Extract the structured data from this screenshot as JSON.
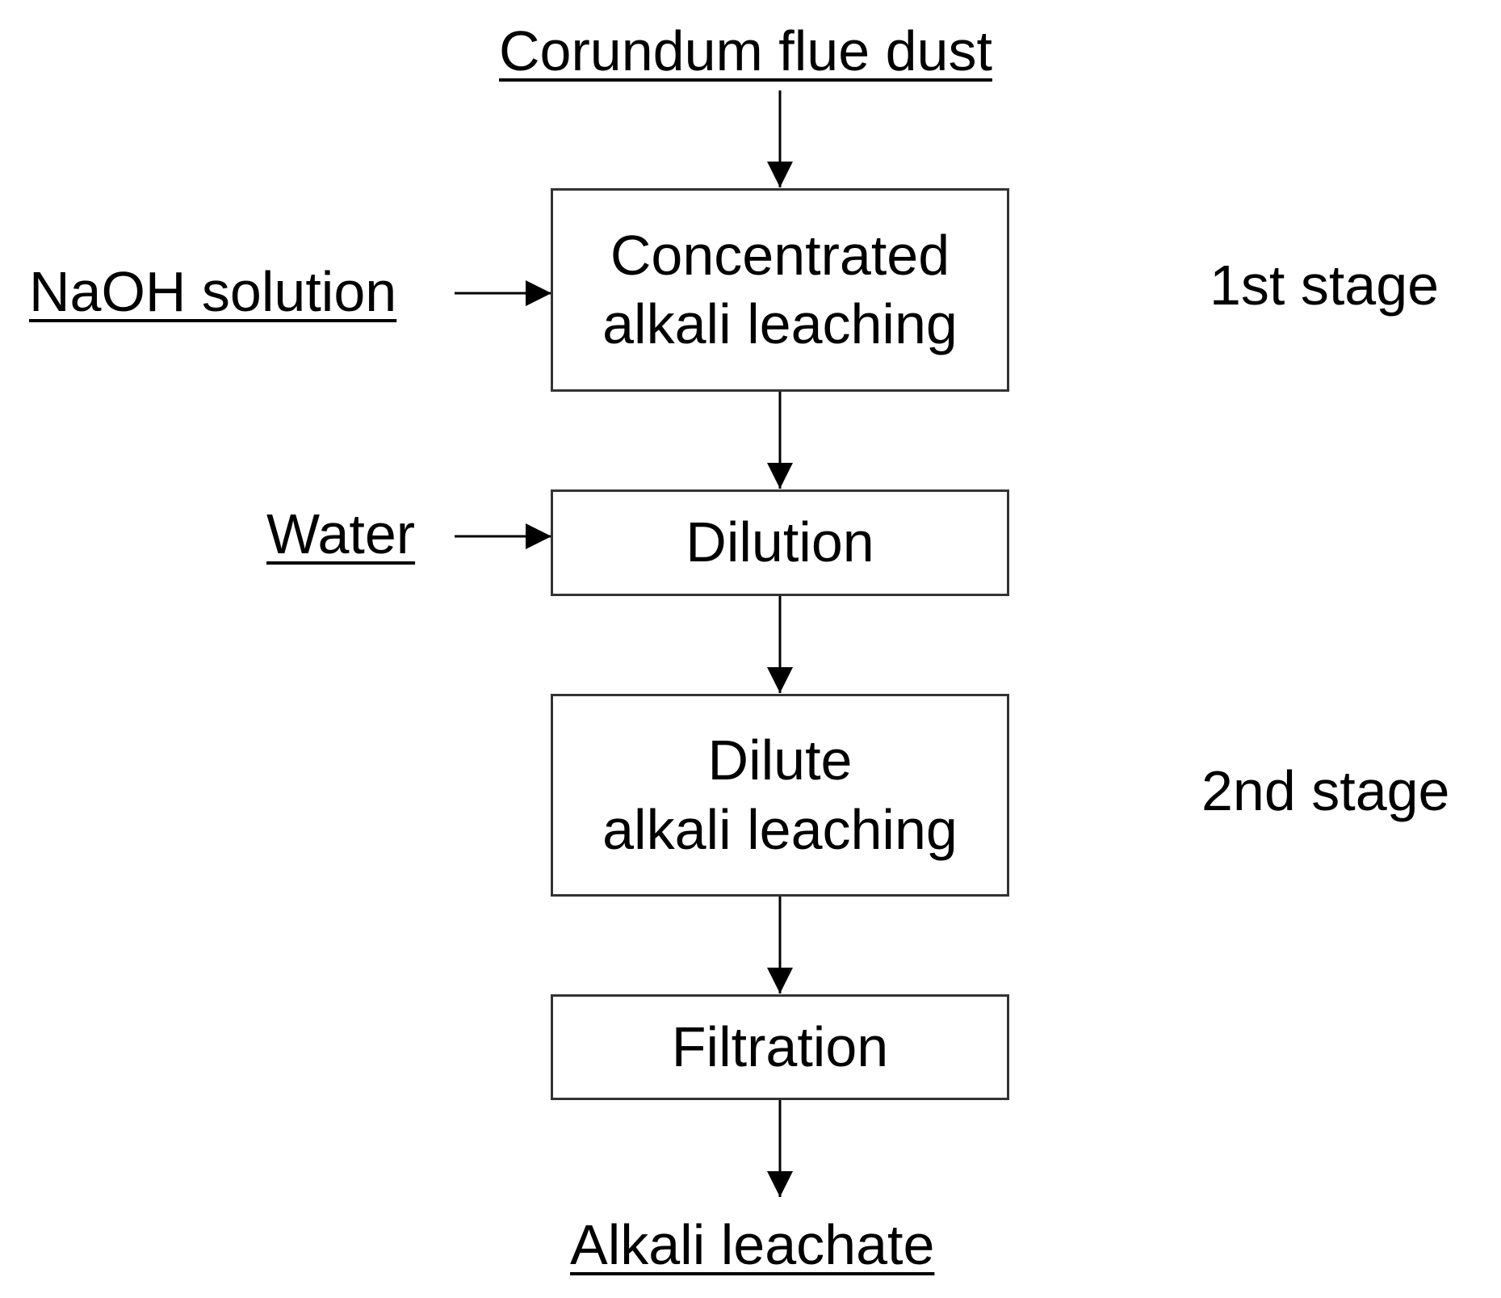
{
  "inputs": {
    "feed": "Corundum flue dust",
    "naoh": "NaOH solution",
    "water": "Water"
  },
  "steps": {
    "concentrated_leaching": {
      "line1": "Concentrated",
      "line2": "alkali leaching"
    },
    "dilution": "Dilution",
    "dilute_leaching": {
      "line1": "Dilute",
      "line2": "alkali leaching"
    },
    "filtration": "Filtration"
  },
  "output": "Alkali leachate",
  "stages": {
    "first": "1st stage",
    "second": "2nd stage"
  }
}
